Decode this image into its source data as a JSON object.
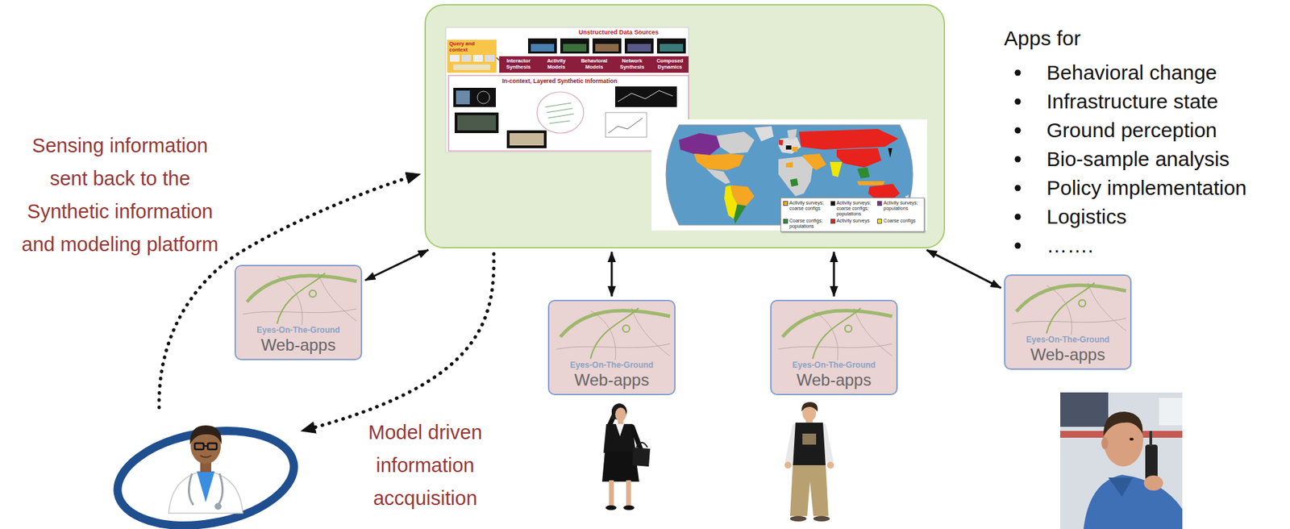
{
  "diagram": {
    "nodes": [
      {
        "text": [
          "Unstructured Data Sources",
          "Query and context",
          "Interactor Synthesis",
          "Activity Models",
          "Behavioral Models",
          "Network Synthesis",
          "Composed Dynamics",
          "In-context, Layered Synthetic Information"
        ]
      },
      {
        "text": [
          "Eyes-On-The-Ground",
          "Web-apps"
        ]
      },
      {
        "text": [
          "Eyes-On-The-Ground",
          "Web-apps"
        ]
      },
      {
        "text": [
          "Eyes-On-The-Ground",
          "Web-apps"
        ]
      },
      {
        "text": [
          "Eyes-On-The-Ground",
          "Web-apps"
        ]
      }
    ],
    "edges": [
      {
        "from": 1,
        "to": 0,
        "arrow": "both"
      },
      {
        "from": 2,
        "to": 0,
        "arrow": "both"
      },
      {
        "from": 3,
        "to": 0,
        "arrow": "both"
      },
      {
        "from": 4,
        "to": 0,
        "arrow": "both"
      }
    ],
    "labels": [
      "Sensing information sent back to the Synthetic information and modeling platform",
      "Model driven information accquisition",
      "Apps for",
      "Behavioral change",
      "Infrastructure state",
      "Ground perception",
      "Bio-sample analysis",
      "Policy implementation",
      "Logistics",
      "……."
    ],
    "legend": [
      {
        "text": "Activity surveys; coarse configs",
        "color": "#f5a623"
      },
      {
        "text": "Activity surveys; coarse configs; populations",
        "color": "#111111"
      },
      {
        "text": "Activity surveys; populations",
        "color": "#7b2d8e"
      },
      {
        "text": "Coarse configs; populations",
        "color": "#2e8b2e"
      },
      {
        "text": "Activity surveys",
        "color": "#e8221c"
      },
      {
        "text": "Coarse configs",
        "color": "#f2e600"
      }
    ]
  }
}
